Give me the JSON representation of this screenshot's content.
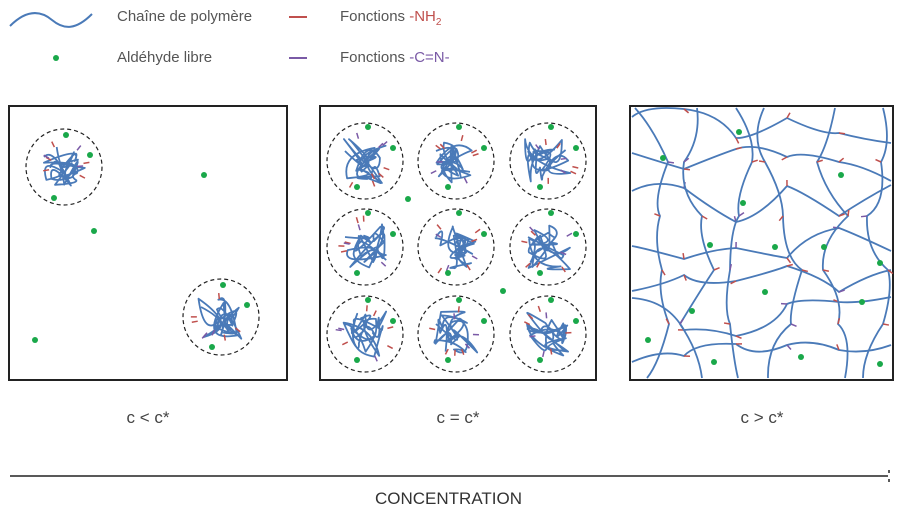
{
  "legend": {
    "polymer_chain": "Chaîne de polymère",
    "free_aldehyde": "Aldéhyde libre",
    "nh2_prefix": "Fonctions ",
    "nh2_group": "-NH",
    "nh2_sub": "2",
    "cn_prefix": "Fonctions ",
    "cn_group": "-C=N-"
  },
  "panels": [
    {
      "caption": "c < c*"
    },
    {
      "caption": "c = c*"
    },
    {
      "caption": "c > c*"
    }
  ],
  "axis": {
    "label": "CONCENTRATION"
  },
  "colors": {
    "chain": "#4a7ab8",
    "aldehyde": "#1aa84a",
    "nh2": "#c0504d",
    "cn": "#7a5aa6",
    "box": "#222222"
  }
}
